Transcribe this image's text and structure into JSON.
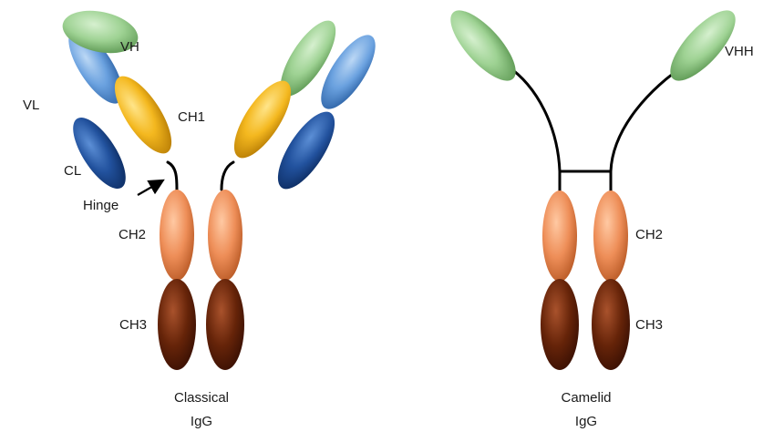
{
  "classical": {
    "labels": {
      "vh": "VH",
      "vl": "VL",
      "ch1": "CH1",
      "cl": "CL",
      "hinge": "Hinge",
      "ch2": "CH2",
      "ch3": "CH3"
    },
    "caption_line1": "Classical",
    "caption_line2": "IgG"
  },
  "camelid": {
    "labels": {
      "vhh": "VHH",
      "ch2": "CH2",
      "ch3": "CH3"
    },
    "caption_line1": "Camelid",
    "caption_line2": "IgG"
  },
  "colors": {
    "vh_green": "#8fc784",
    "vl_blue": "#5b93d6",
    "ch1_yellow": "#f1b51c",
    "cl_darkblue": "#1f4d99",
    "ch2_orange": "#ec8d57",
    "ch3_brown": "#5c1f0b"
  }
}
